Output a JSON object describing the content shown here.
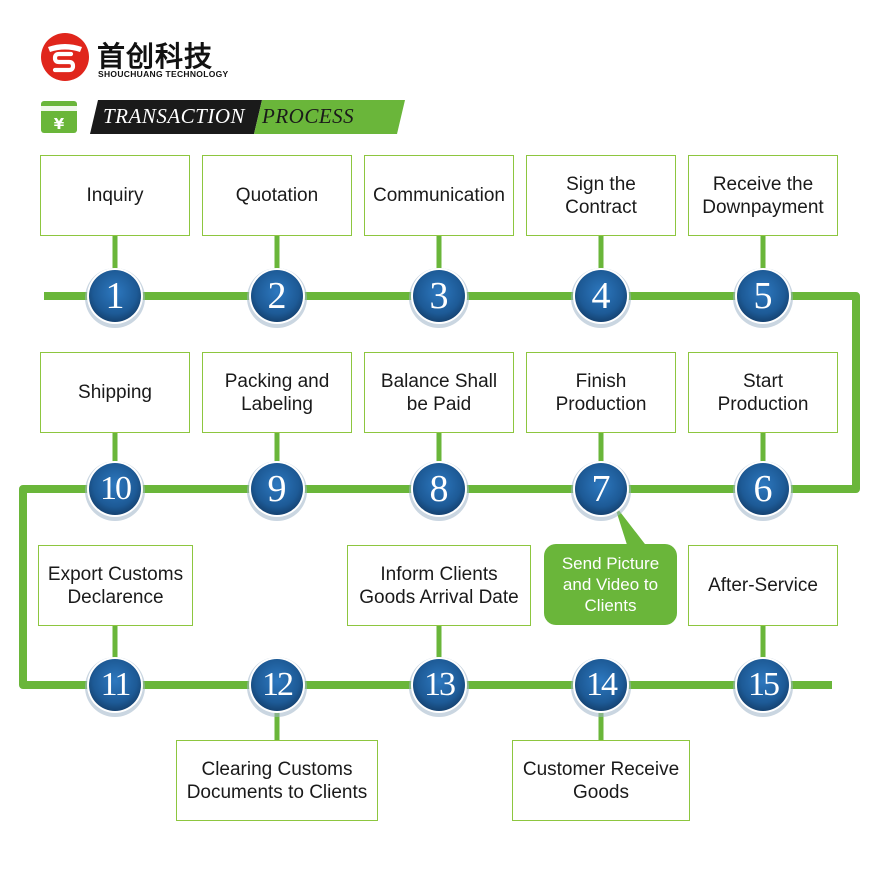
{
  "logo": {
    "name_cn": "首创科技",
    "name_en": "SHOUCHUANG TECHNOLOGY",
    "icon": "sc-logo-icon",
    "color": "#e0261c"
  },
  "header": {
    "icon": "yuan-icon",
    "title_part1": "TRANSACTION",
    "title_part2": "PROCESS"
  },
  "colors": {
    "accent_green": "#6ab63a",
    "box_border": "#8dc63f",
    "circle_blue": "#1d5a96",
    "banner_dark": "#1a1a1a"
  },
  "steps": [
    {
      "number": "1",
      "label": "Inquiry"
    },
    {
      "number": "2",
      "label": "Quotation"
    },
    {
      "number": "3",
      "label": "Communication"
    },
    {
      "number": "4",
      "label": "Sign the\nContract"
    },
    {
      "number": "5",
      "label": "Receive the\nDownpayment"
    },
    {
      "number": "6",
      "label": "Start\nProduction"
    },
    {
      "number": "7",
      "label": "Finish\nProduction"
    },
    {
      "number": "8",
      "label": "Balance Shall\nbe Paid"
    },
    {
      "number": "9",
      "label": "Packing and\nLabeling"
    },
    {
      "number": "10",
      "label": "Shipping"
    },
    {
      "number": "11",
      "label": "Export Customs\nDeclarence"
    },
    {
      "number": "12",
      "label": "Clearing Customs\nDocuments to Clients"
    },
    {
      "number": "13",
      "label": "Inform Clients\nGoods Arrival Date"
    },
    {
      "number": "14",
      "label": "Customer Receive\nGoods"
    },
    {
      "number": "15",
      "label": "After-Service"
    }
  ],
  "callout": {
    "label": "Send Picture\nand Video to\nClients"
  }
}
